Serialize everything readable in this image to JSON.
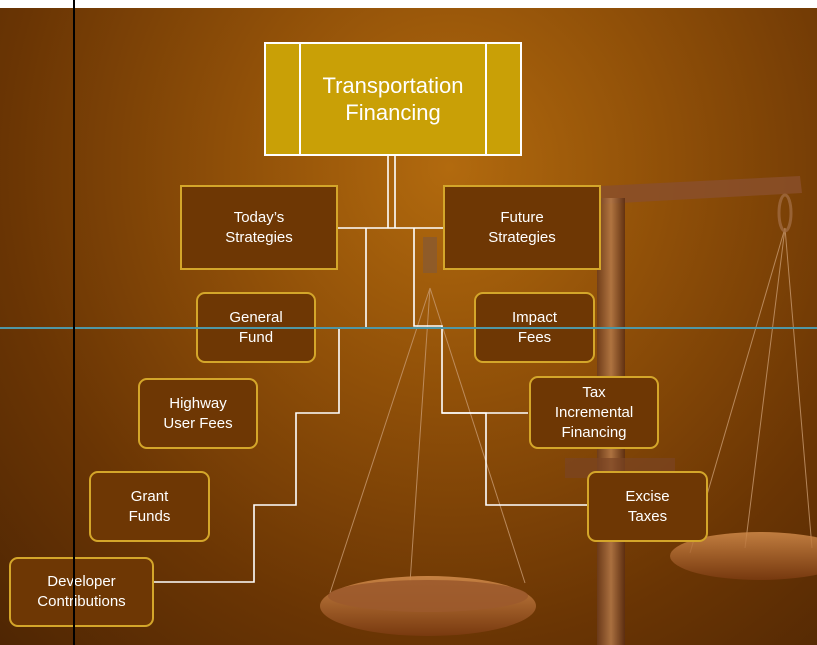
{
  "title": "Transportation\nFinancing",
  "columns": {
    "today": "Today’s\nStrategies",
    "future": "Future\nStrategies"
  },
  "today_items": [
    "General\nFund",
    "Highway\nUser Fees",
    "Grant\nFunds",
    "Developer\nContributions"
  ],
  "future_items": [
    "Impact\nFees",
    "Tax\nIncremental\nFinancing",
    "Excise\nTaxes"
  ],
  "colors": {
    "background": "#7a3f06",
    "title_fill": "#c9a006",
    "box_fill": "#6e3704",
    "box_border": "#d4a62a",
    "connector": "#ffffff",
    "guide_horizontal": "#4f97a6",
    "guide_vertical": "#000000"
  }
}
